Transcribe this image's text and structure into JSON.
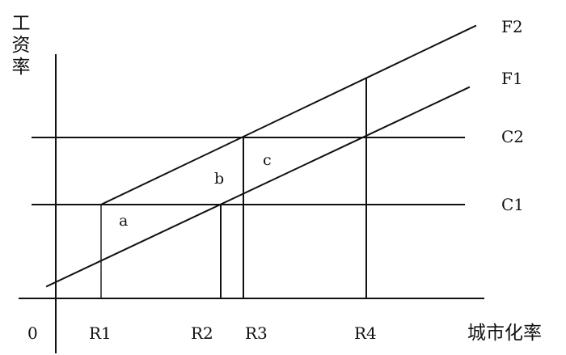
{
  "diagram": {
    "y_axis_label": "工资率",
    "x_axis_label": "城市化率",
    "origin_label": "0",
    "lines": {
      "f2": "F2",
      "f1": "F1",
      "c2": "C2",
      "c1": "C1"
    },
    "x_ticks": {
      "r1": "R1",
      "r2": "R2",
      "r3": "R3",
      "r4": "R4"
    },
    "regions": {
      "a": "a",
      "b": "b",
      "c": "c"
    }
  }
}
